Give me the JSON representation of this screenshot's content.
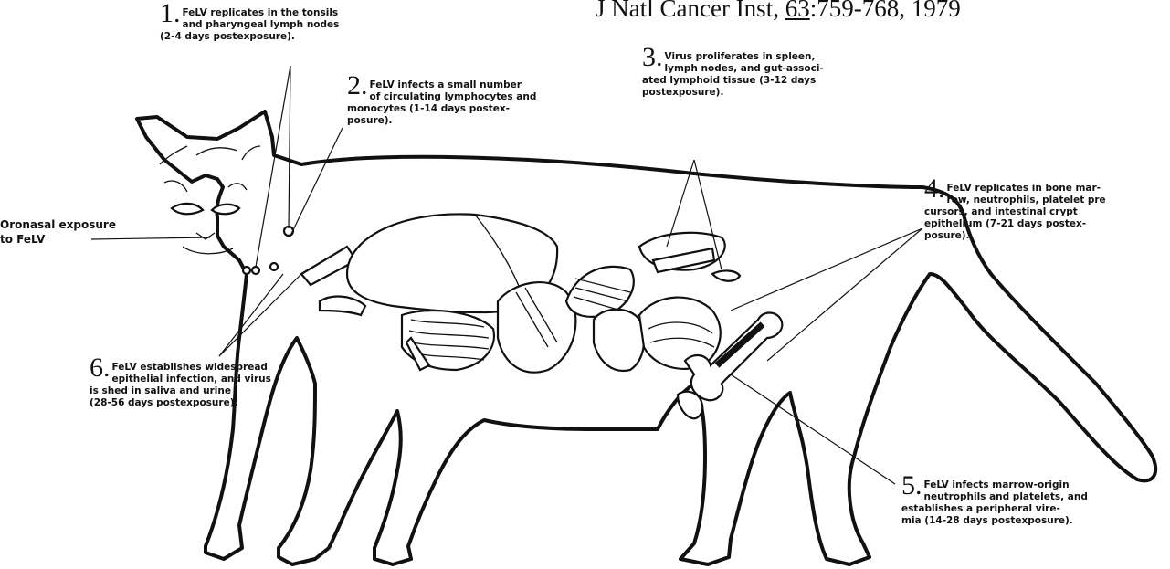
{
  "citation": {
    "journal": "J Natl Cancer Inst, ",
    "volume": "63",
    "pages": ":759-768, 1979"
  },
  "oronasal": {
    "line1": "Oronasal exposure",
    "line2": "to FeLV"
  },
  "steps": [
    {
      "number": "1.",
      "lines": [
        "FeLV replicates in the tonsils",
        "and pharyngeal lymph nodes",
        "(2-4 days postexposure)."
      ]
    },
    {
      "number": "2.",
      "lines": [
        "FeLV infects a small number",
        "of circulating lymphocytes and",
        "monocytes (1-14 days postex-",
        "posure)."
      ]
    },
    {
      "number": "3.",
      "lines": [
        "Virus proliferates in spleen,",
        "lymph nodes, and gut-associ-",
        "ated lymphoid tissue (3-12 days",
        "postexposure)."
      ]
    },
    {
      "number": "4.",
      "lines": [
        "FeLV replicates in bone mar-",
        "row, neutrophils, platelet pre",
        "cursors, and intestinal crypt",
        "epithelium (7-21 days postex-",
        "posure)."
      ]
    },
    {
      "number": "5.",
      "lines": [
        "FeLV infects marrow-origin",
        "neutrophils and platelets, and",
        "establishes a peripheral vire-",
        "mia (14-28 days postexposure)."
      ]
    },
    {
      "number": "6.",
      "lines": [
        "FeLV establishes widespread",
        "epithelial infection, and virus",
        "is shed in saliva and urine",
        "(28-56 days postexposure)."
      ]
    }
  ]
}
